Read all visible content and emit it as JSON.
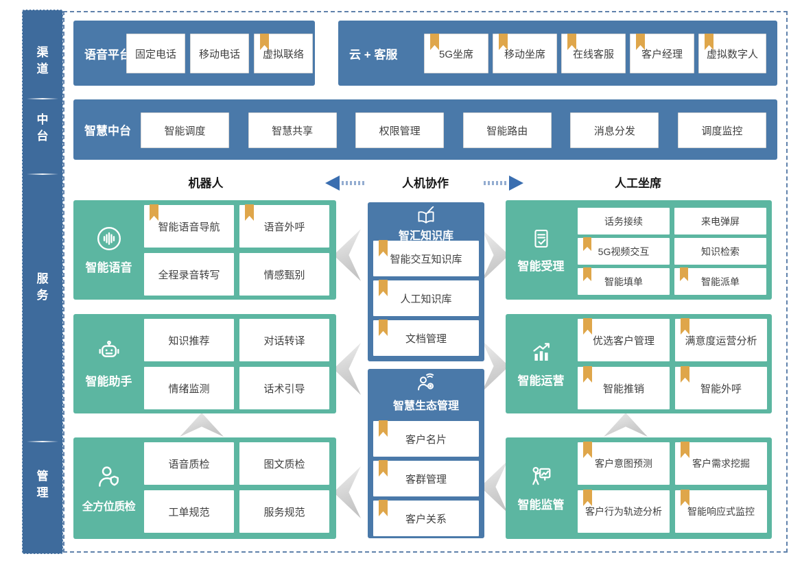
{
  "colors": {
    "panel-blue": "#4A79A9",
    "sidebar-blue": "#3E6B9C",
    "panel-green": "#5CB6A1",
    "bookmark-gold": "#DFA64A",
    "arrow-blue": "#3A6EB0",
    "dash-border": "#5F81AB",
    "item-text": "#3F3F3F"
  },
  "sidebar": {
    "items": [
      {
        "label": "渠道"
      },
      {
        "label": "中台"
      },
      {
        "label": "服务"
      },
      {
        "label": "管理"
      }
    ]
  },
  "channel_row": {
    "voice_platform": {
      "title": "语音平台",
      "items": [
        {
          "label": "固定电话",
          "bookmark": false
        },
        {
          "label": "移动电话",
          "bookmark": false
        },
        {
          "label": "虚拟联络",
          "bookmark": true
        }
      ]
    },
    "cloud_service": {
      "title": "云 + 客服",
      "items": [
        {
          "label": "5G坐席",
          "bookmark": true
        },
        {
          "label": "移动坐席",
          "bookmark": true
        },
        {
          "label": "在线客服",
          "bookmark": true
        },
        {
          "label": "客户经理",
          "bookmark": true
        },
        {
          "label": "虚拟数字人",
          "bookmark": true
        }
      ]
    }
  },
  "middle_platform": {
    "title": "智慧中台",
    "items": [
      {
        "label": "智能调度",
        "bookmark": false
      },
      {
        "label": "智慧共享",
        "bookmark": false
      },
      {
        "label": "权限管理",
        "bookmark": false
      },
      {
        "label": "智能路由",
        "bookmark": false
      },
      {
        "label": "消息分发",
        "bookmark": false
      },
      {
        "label": "调度监控",
        "bookmark": false
      }
    ]
  },
  "collab_header": {
    "left": "机器人",
    "center": "人机协作",
    "right": "人工坐席",
    "left_arrow_icon": "flow-arrow-left-icon",
    "right_arrow_icon": "flow-arrow-right-icon"
  },
  "robot_column": {
    "voice": {
      "title": "智能语音",
      "icon": "voice-icon",
      "items": [
        {
          "label": "智能语音导航",
          "bookmark": true
        },
        {
          "label": "语音外呼",
          "bookmark": true
        },
        {
          "label": "全程录音转写",
          "bookmark": false
        },
        {
          "label": "情感甄别",
          "bookmark": false
        }
      ]
    },
    "assistant": {
      "title": "智能助手",
      "icon": "robot-assistant-icon",
      "items": [
        {
          "label": "知识推荐",
          "bookmark": false
        },
        {
          "label": "对话转译",
          "bookmark": false
        },
        {
          "label": "情绪监测",
          "bookmark": false
        },
        {
          "label": "话术引导",
          "bookmark": false
        }
      ]
    },
    "inspection": {
      "title": "全方位质检",
      "icon": "quality-inspection-icon",
      "items": [
        {
          "label": "语音质检",
          "bookmark": false
        },
        {
          "label": "图文质检",
          "bookmark": false
        },
        {
          "label": "工单规范",
          "bookmark": false
        },
        {
          "label": "服务规范",
          "bookmark": false
        }
      ]
    }
  },
  "collaboration_column": {
    "knowledge": {
      "title": "智汇知识库",
      "icon": "knowledge-base-icon",
      "items": [
        {
          "label": "智能交互知识库",
          "bookmark": true
        },
        {
          "label": "人工知识库",
          "bookmark": true
        },
        {
          "label": "文档管理",
          "bookmark": true
        }
      ]
    },
    "ecosystem": {
      "title": "智慧生态管理",
      "icon": "ecosystem-icon",
      "items": [
        {
          "label": "客户名片",
          "bookmark": true
        },
        {
          "label": "客群管理",
          "bookmark": true
        },
        {
          "label": "客户关系",
          "bookmark": true
        }
      ]
    }
  },
  "agent_column": {
    "acceptance": {
      "title": "智能受理",
      "icon": "document-check-icon",
      "items": [
        {
          "label": "话务接续",
          "bookmark": false
        },
        {
          "label": "来电弹屏",
          "bookmark": false
        },
        {
          "label": "5G视频交互",
          "bookmark": true
        },
        {
          "label": "知识检索",
          "bookmark": false
        },
        {
          "label": "智能填单",
          "bookmark": true
        },
        {
          "label": "智能派单",
          "bookmark": true
        }
      ]
    },
    "operations": {
      "title": "智能运营",
      "icon": "chart-growth-icon",
      "items": [
        {
          "label": "优选客户管理",
          "bookmark": true
        },
        {
          "label": "满意度运营分析",
          "bookmark": true
        },
        {
          "label": "智能推销",
          "bookmark": true
        },
        {
          "label": "智能外呼",
          "bookmark": true
        }
      ]
    },
    "supervision": {
      "title": "智能监管",
      "icon": "presenter-chart-icon",
      "items": [
        {
          "label": "客户意图预测",
          "bookmark": true
        },
        {
          "label": "客户需求挖掘",
          "bookmark": true
        },
        {
          "label": "客户行为轨迹分析",
          "bookmark": true
        },
        {
          "label": "智能响应式监控",
          "bookmark": true
        }
      ]
    }
  }
}
